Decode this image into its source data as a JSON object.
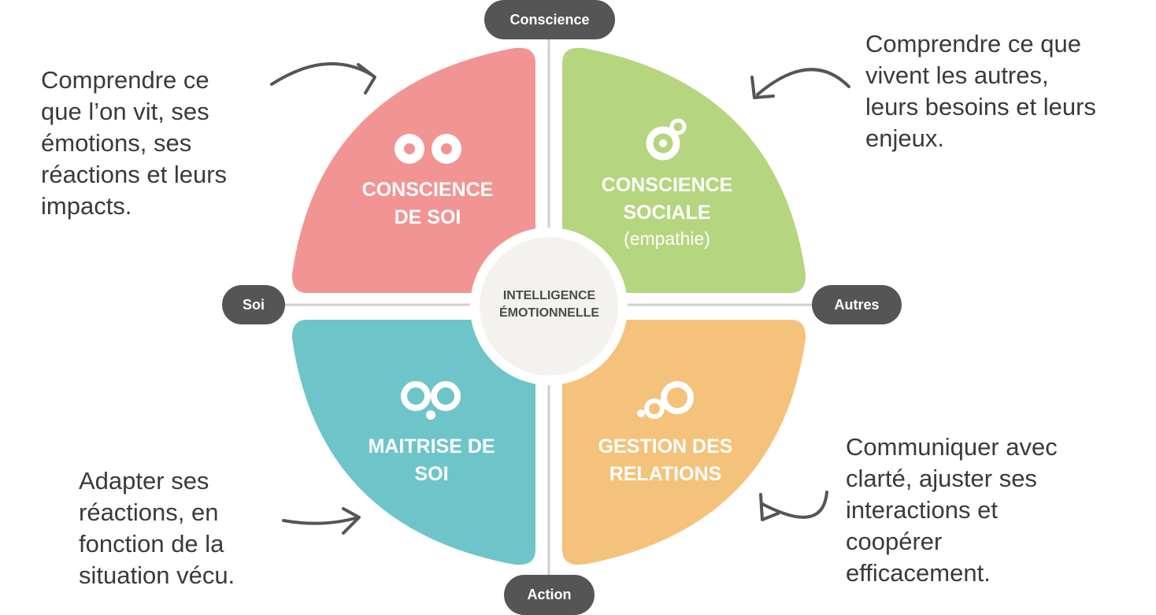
{
  "axes": {
    "top": "Conscience",
    "left": "Soi",
    "right": "Autres",
    "bottom": "Action"
  },
  "center": {
    "line1": "INTELLIGENCE",
    "line2": "ÉMOTIONNELLE"
  },
  "quadrants": {
    "top_left": {
      "title_line1": "CONSCIENCE",
      "title_line2": "DE SOI",
      "color": "#f29494",
      "icon": "two-eyes-icon",
      "description": [
        "Comprendre ce",
        "que l’on vit, ses",
        "émotions, ses",
        "réactions et leurs",
        "impacts."
      ]
    },
    "top_right": {
      "title_line1": "CONSCIENCE",
      "title_line2": "SOCIALE",
      "subtitle": "(empathie)",
      "color": "#b5d57e",
      "icon": "circle-bubble-icon",
      "description": [
        "Comprendre ce que",
        "vivent les autres,",
        "leurs besoins et leurs",
        "enjeux."
      ]
    },
    "bottom_left": {
      "title_line1": "MAITRISE DE",
      "title_line2": "SOI",
      "color": "#6ec5c9",
      "icon": "glasses-icon",
      "description": [
        "Adapter ses",
        "réactions, en",
        "fonction de la",
        "situation vécu."
      ]
    },
    "bottom_right": {
      "title_line1": "GESTION DES",
      "title_line2": "RELATIONS",
      "color": "#f4c27a",
      "icon": "linked-circles-icon",
      "description": [
        "Communiquer avec",
        "clarté, ajuster ses",
        "interactions et",
        "coopérer",
        "efficacement."
      ]
    }
  },
  "colors": {
    "pill": "#555555",
    "axis_line": "#cfcfcf",
    "text": "#3a3a3a",
    "center_fill": "#f4f2ef",
    "center_ring": "#ffffff",
    "arrow": "#555555"
  }
}
